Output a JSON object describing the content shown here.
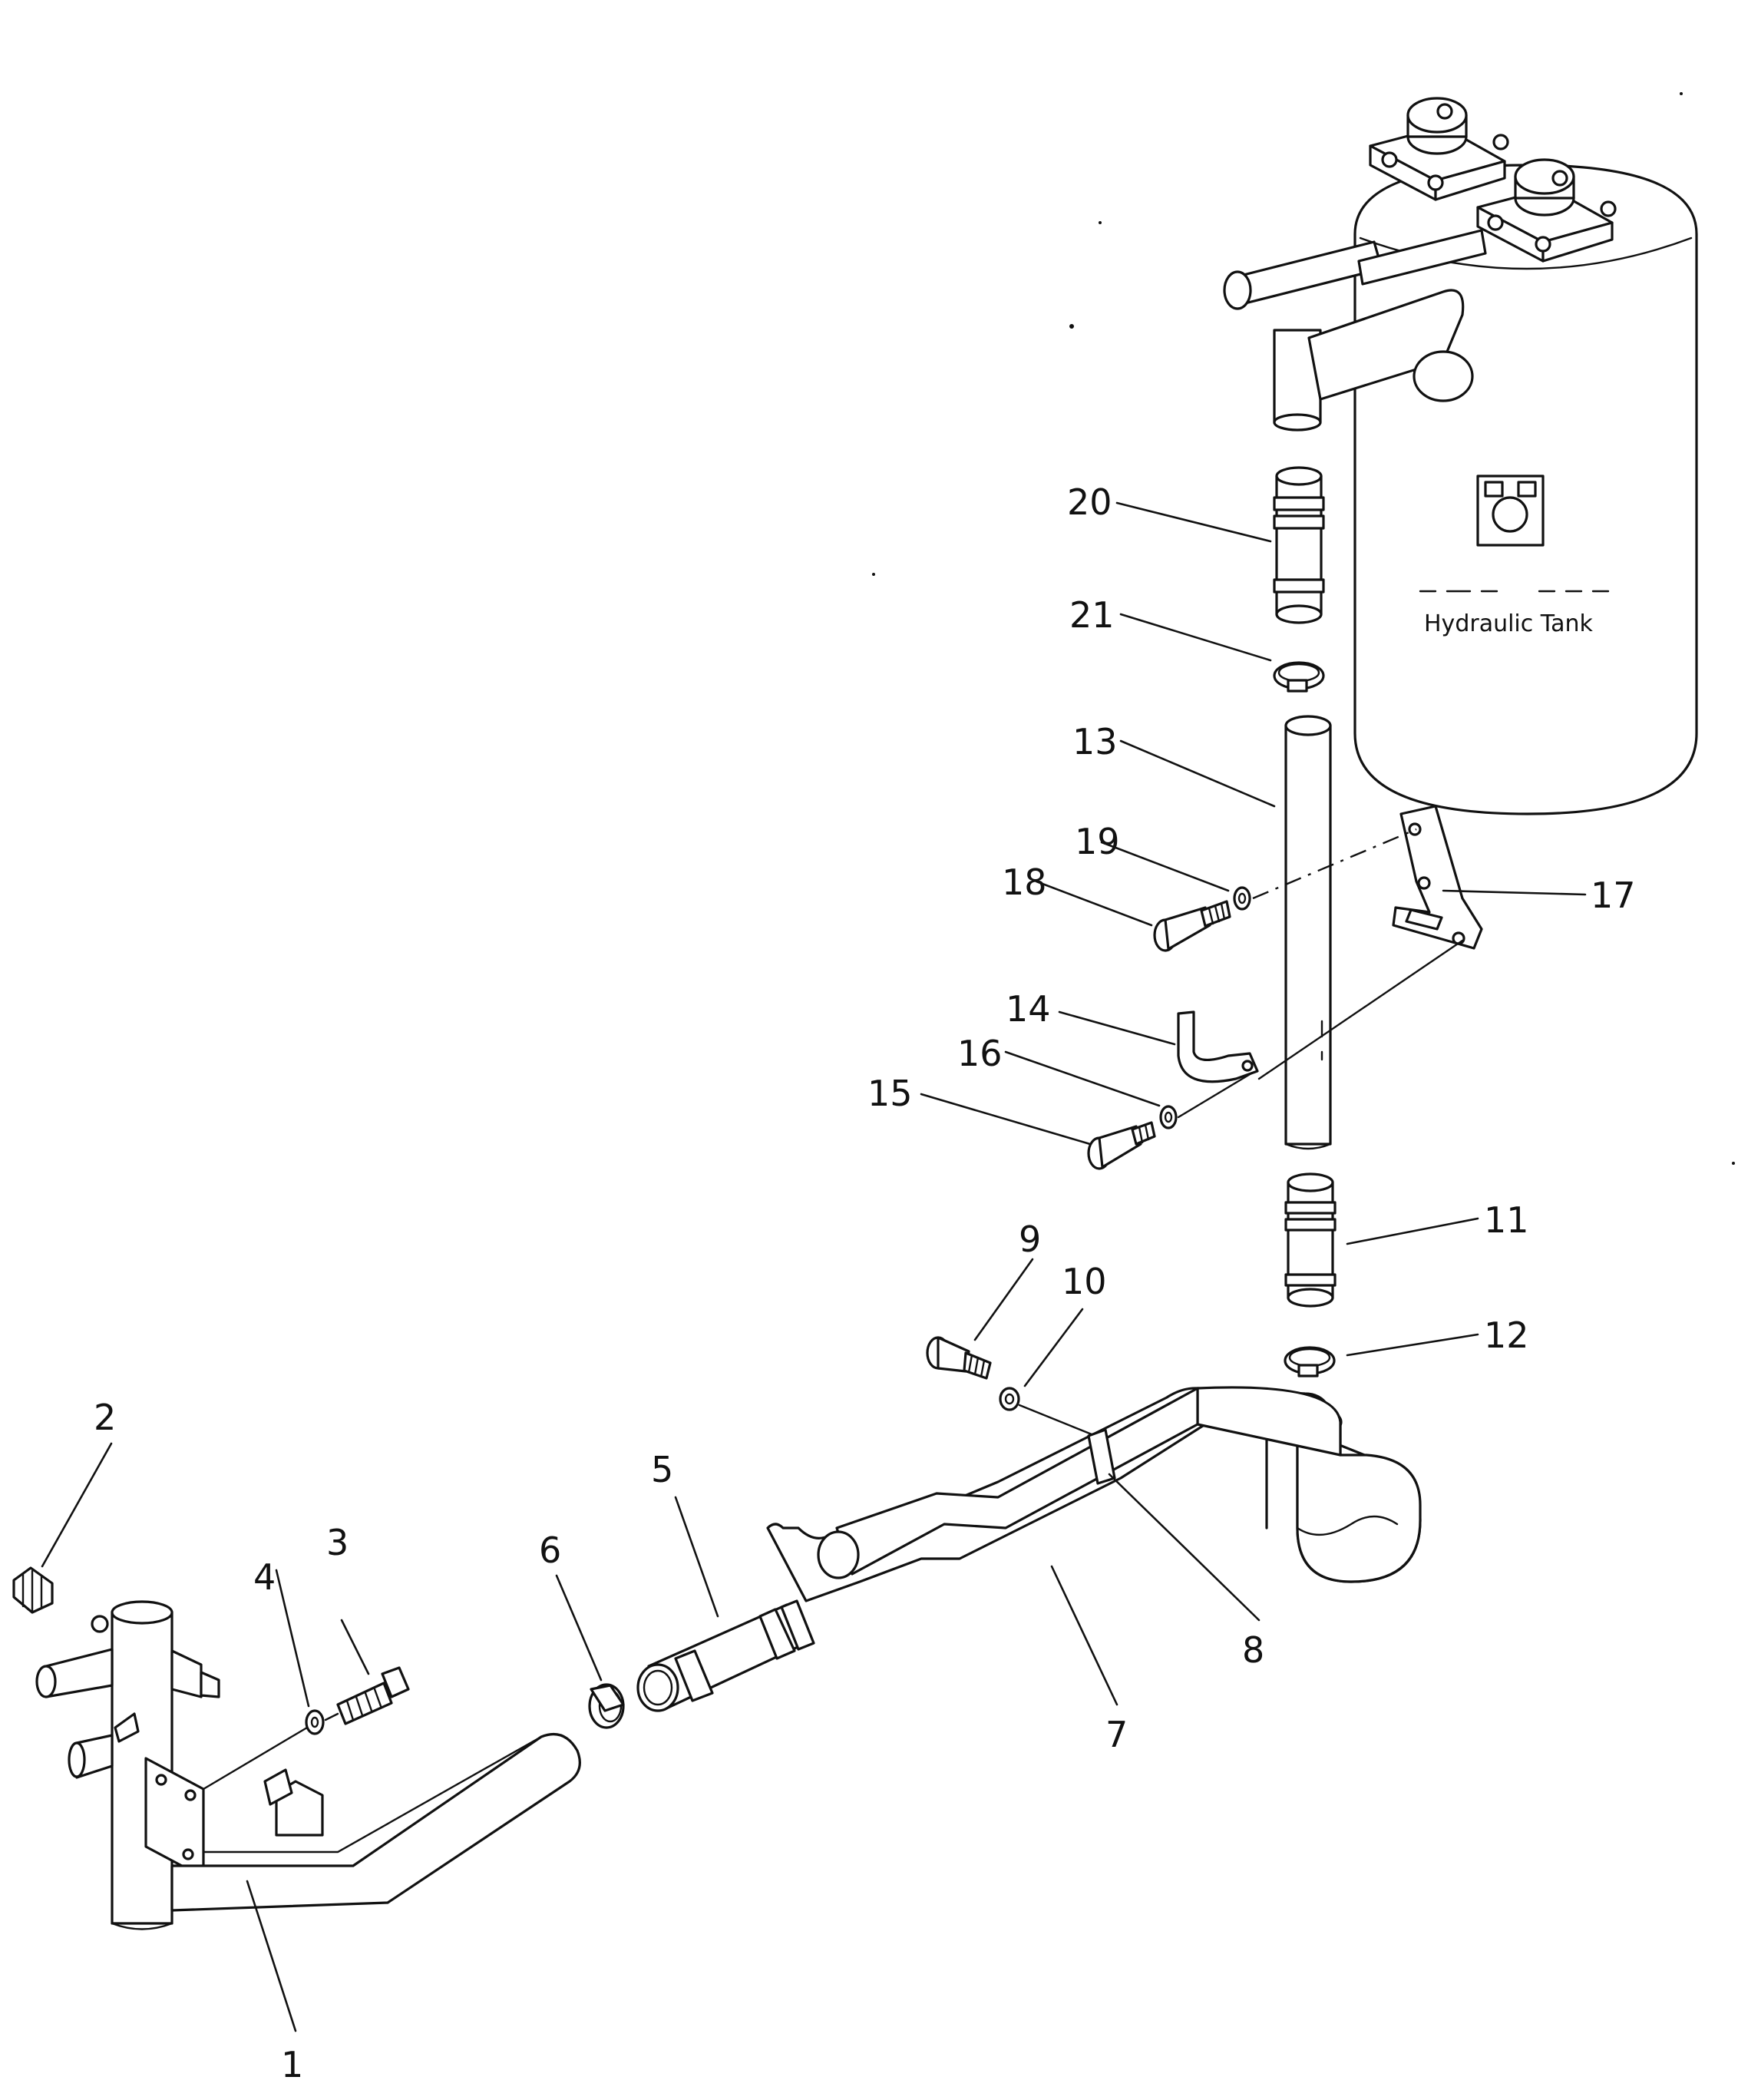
{
  "diagram": {
    "tank_label": "Hydraulic Tank",
    "callouts": [
      "1",
      "2",
      "3",
      "4",
      "5",
      "6",
      "7",
      "8",
      "9",
      "10",
      "11",
      "12",
      "13",
      "14",
      "15",
      "16",
      "17",
      "18",
      "19",
      "20",
      "21"
    ]
  }
}
